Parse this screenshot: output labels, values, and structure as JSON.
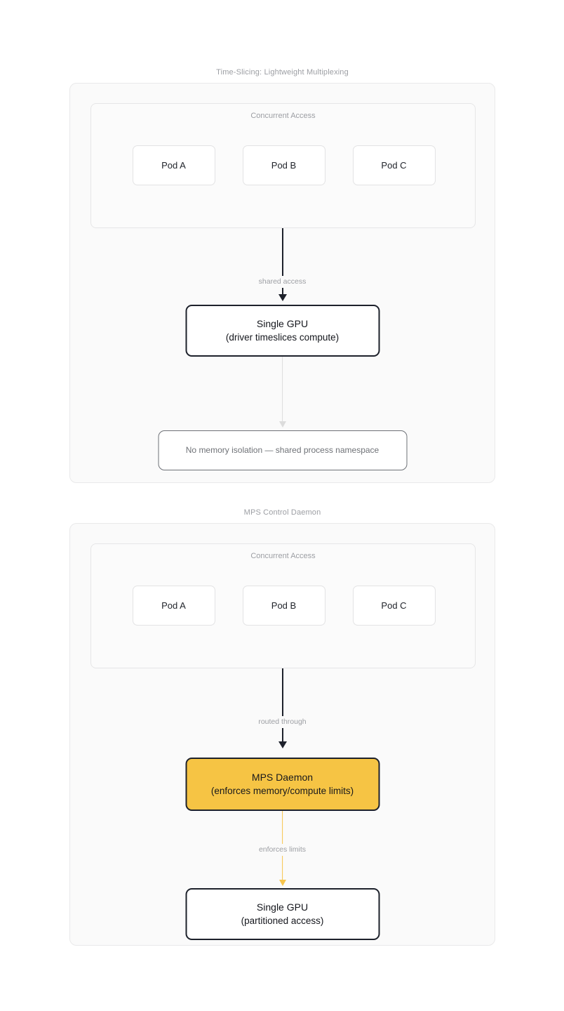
{
  "colors": {
    "canvas": "#ffffff",
    "panel_bg": "#fafafa",
    "panel_border": "#e9e9ea",
    "cluster_bg": "#fbfbfb",
    "cluster_border": "#e6e6e7",
    "node_border_dark": "#1d212b",
    "accent_fill": "#f6c444",
    "accent_edge": "#f7c54c",
    "faint_edge": "#dcdcdc",
    "muted_text": "#9c9ea3",
    "note_border": "#6e7177",
    "note_text": "#6f7277"
  },
  "panels": [
    {
      "id": "timeslicing",
      "title": "Time-Slicing: Lightweight Multiplexing",
      "cluster": {
        "title": "Concurrent Access",
        "pods": [
          {
            "label": "Pod A"
          },
          {
            "label": "Pod B"
          },
          {
            "label": "Pod C"
          }
        ]
      },
      "edges": [
        {
          "label": "shared access",
          "style": "dark"
        },
        {
          "label": "",
          "style": "faint"
        }
      ],
      "nodes": [
        {
          "kind": "strong",
          "line1": "Single GPU",
          "line2": "(driver timeslices compute)"
        },
        {
          "kind": "note",
          "line1": "No memory isolation — shared process namespace",
          "line2": ""
        }
      ]
    },
    {
      "id": "mps",
      "title": "MPS Control Daemon",
      "cluster": {
        "title": "Concurrent Access",
        "pods": [
          {
            "label": "Pod A"
          },
          {
            "label": "Pod B"
          },
          {
            "label": "Pod C"
          }
        ]
      },
      "edges": [
        {
          "label": "routed through",
          "style": "dark"
        },
        {
          "label": "enforces limits",
          "style": "amber"
        }
      ],
      "nodes": [
        {
          "kind": "accent",
          "line1": "MPS Daemon",
          "line2": "(enforces memory/compute limits)"
        },
        {
          "kind": "strong",
          "line1": "Single GPU",
          "line2": "(partitioned access)"
        }
      ]
    }
  ]
}
